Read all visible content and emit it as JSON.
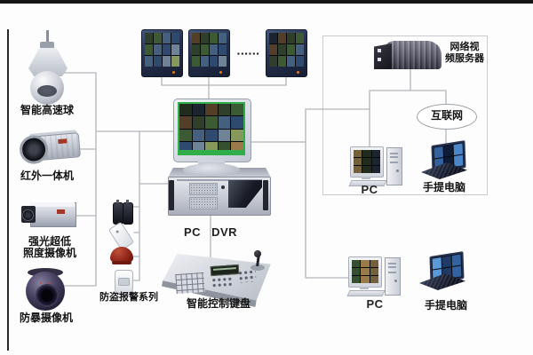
{
  "left_devices": {
    "speed_dome": {
      "label": "智能高速球"
    },
    "ir_camera": {
      "label": "红外一体机"
    },
    "lowlux_camera": {
      "label_line1": "强光超低",
      "label_line2": "照度摄像机"
    },
    "vandal_dome": {
      "label": "防暴摄像机"
    }
  },
  "alarm_group": {
    "label": "防盗报警系列"
  },
  "monitor_wall": {
    "ellipsis": "▪▪▪▪▪▪"
  },
  "dvr": {
    "label": "PC DVR"
  },
  "control_keyboard": {
    "label": "智能控制键盘"
  },
  "network_box": {
    "video_server": {
      "label_line1": "网络视",
      "label_line2": "频服务器"
    },
    "internet": {
      "label": "互联网"
    },
    "pc": {
      "label": "PC"
    },
    "laptop": {
      "label": "手提电脑"
    }
  },
  "remote_group": {
    "pc": {
      "label": "PC"
    },
    "laptop": {
      "label": "手提电脑"
    }
  },
  "colors": {
    "connector_line": "#b2b6ba",
    "network_box_border": "#c8cbce",
    "frame_bar": "#161616",
    "label_text": "#141414",
    "crt_screen_border_green": "#2fae4a",
    "siren_red": "#8e2517",
    "power_led_orange": "#e07818",
    "mosaic_cam": [
      "#3c5a33",
      "#74603a",
      "#2e4a6e",
      "#1c2430",
      "#86985c",
      "#2f3f2a",
      "#9a7a4a",
      "#44607e",
      "#202c1c",
      "#6e8496",
      "#533f28",
      "#35502f"
    ],
    "mosaic_blue": [
      "#1d3a6a",
      "#2f5ea0",
      "#16284e",
      "#4a86c8",
      "#0f1c38",
      "#33629e",
      "#203a66",
      "#5a9ad8"
    ]
  }
}
